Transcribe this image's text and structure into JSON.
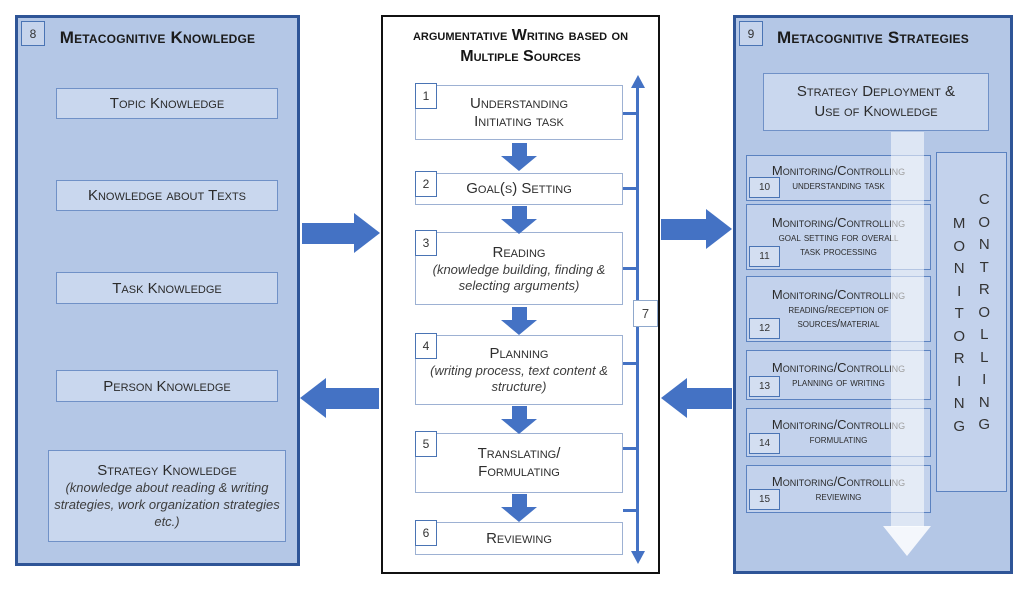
{
  "colors": {
    "panel_bg": "#b4c7e6",
    "panel_border": "#2f5597",
    "inner_box_bg": "#c9d7ee",
    "inner_box_border": "#7091c7",
    "arrow_blue": "#4472c4",
    "center_border": "#111111",
    "white_arrow": "#ffffff"
  },
  "left_panel": {
    "number": "8",
    "title": "Metacognitive Knowledge",
    "boxes": [
      {
        "label": "Topic Knowledge"
      },
      {
        "label": "Knowledge about Texts"
      },
      {
        "label": "Task Knowledge"
      },
      {
        "label": "Person Knowledge"
      },
      {
        "label": "Strategy Knowledge",
        "note": "(knowledge about reading & writing strategies, work organization strategies etc.)"
      }
    ]
  },
  "center_panel": {
    "title_line1": "argumentative Writing based on",
    "title_line2": "Multiple Sources",
    "loop_number": "7",
    "steps": [
      {
        "number": "1",
        "line1": "Understanding",
        "line2": "Initiating task"
      },
      {
        "number": "2",
        "line1": "Goal(s) Setting"
      },
      {
        "number": "3",
        "line1": "Reading",
        "note": "(knowledge building, finding & selecting arguments)"
      },
      {
        "number": "4",
        "line1": "Planning",
        "note": "(writing process, text content & structure)"
      },
      {
        "number": "5",
        "line1": "Translating/",
        "line2": "Formulating"
      },
      {
        "number": "6",
        "line1": "Reviewing"
      }
    ]
  },
  "right_panel": {
    "number": "9",
    "title": "Metacognitive Strategies",
    "deployment_line1": "Strategy Deployment &",
    "deployment_line2": "Use of Knowledge",
    "mc_boxes": [
      {
        "number": "10",
        "line1": "Monitoring/Controlling",
        "tail": "understanding task"
      },
      {
        "number": "11",
        "line1": "Monitoring/Controlling",
        "mid": "goal setting for overall",
        "tail": "task processing"
      },
      {
        "number": "12",
        "line1": "Monitoring/Controlling",
        "mid": "reading/reception of",
        "tail": "sources/material"
      },
      {
        "number": "13",
        "line1": "Monitoring/Controlling",
        "tail": "planning of writing"
      },
      {
        "number": "14",
        "line1": "Monitoring/Controlling",
        "tail": "formulating"
      },
      {
        "number": "15",
        "line1": "Monitoring/Controlling",
        "tail": "reviewing"
      }
    ],
    "monitoring_label": "MONITORING",
    "controlling_label": "CONTROLLING"
  }
}
